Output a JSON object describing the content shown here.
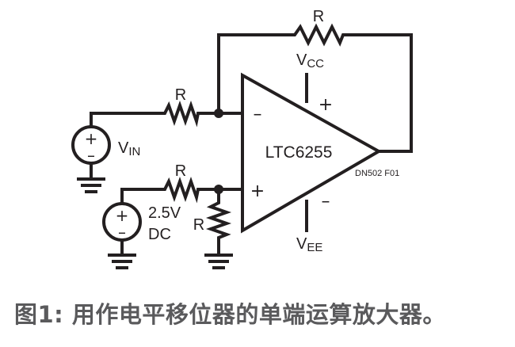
{
  "diagram": {
    "opamp_label": "LTC6255",
    "figure_id": "DN502 F01",
    "resistor_label": "R",
    "inverting_sign": "–",
    "noninverting_sign": "+",
    "vcc": {
      "main": "V",
      "sub": "CC"
    },
    "vee": {
      "main": "V",
      "sub": "EE"
    },
    "vin": {
      "main": "V",
      "sub": "IN"
    },
    "supply_pos_sign": "+",
    "supply_neg_sign": "–",
    "dc_source": {
      "value": "2.5V",
      "type": "DC"
    },
    "source_plus": "+",
    "source_minus": "–"
  },
  "caption": "图1: 用作电平移位器的单端运算放大器。"
}
